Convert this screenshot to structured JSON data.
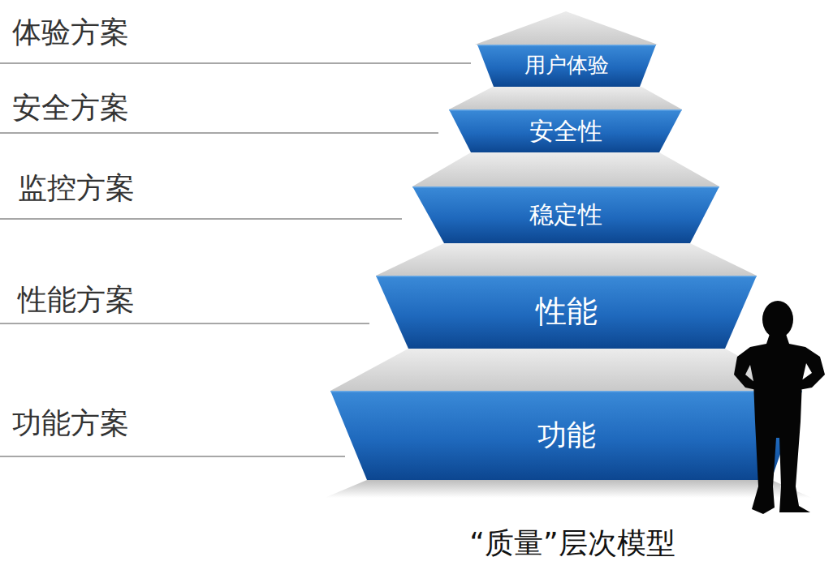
{
  "diagram": {
    "caption": "“质量”层次模型",
    "nodes": [
      {
        "text": [
          "用户体验"
        ]
      },
      {
        "text": [
          "安全性"
        ]
      },
      {
        "text": [
          "稳定性"
        ]
      },
      {
        "text": [
          "性能"
        ]
      },
      {
        "text": [
          "功能"
        ]
      }
    ],
    "labels": [
      "体验方案",
      "安全方案",
      "监控方案",
      "性能方案",
      "功能方案"
    ]
  }
}
